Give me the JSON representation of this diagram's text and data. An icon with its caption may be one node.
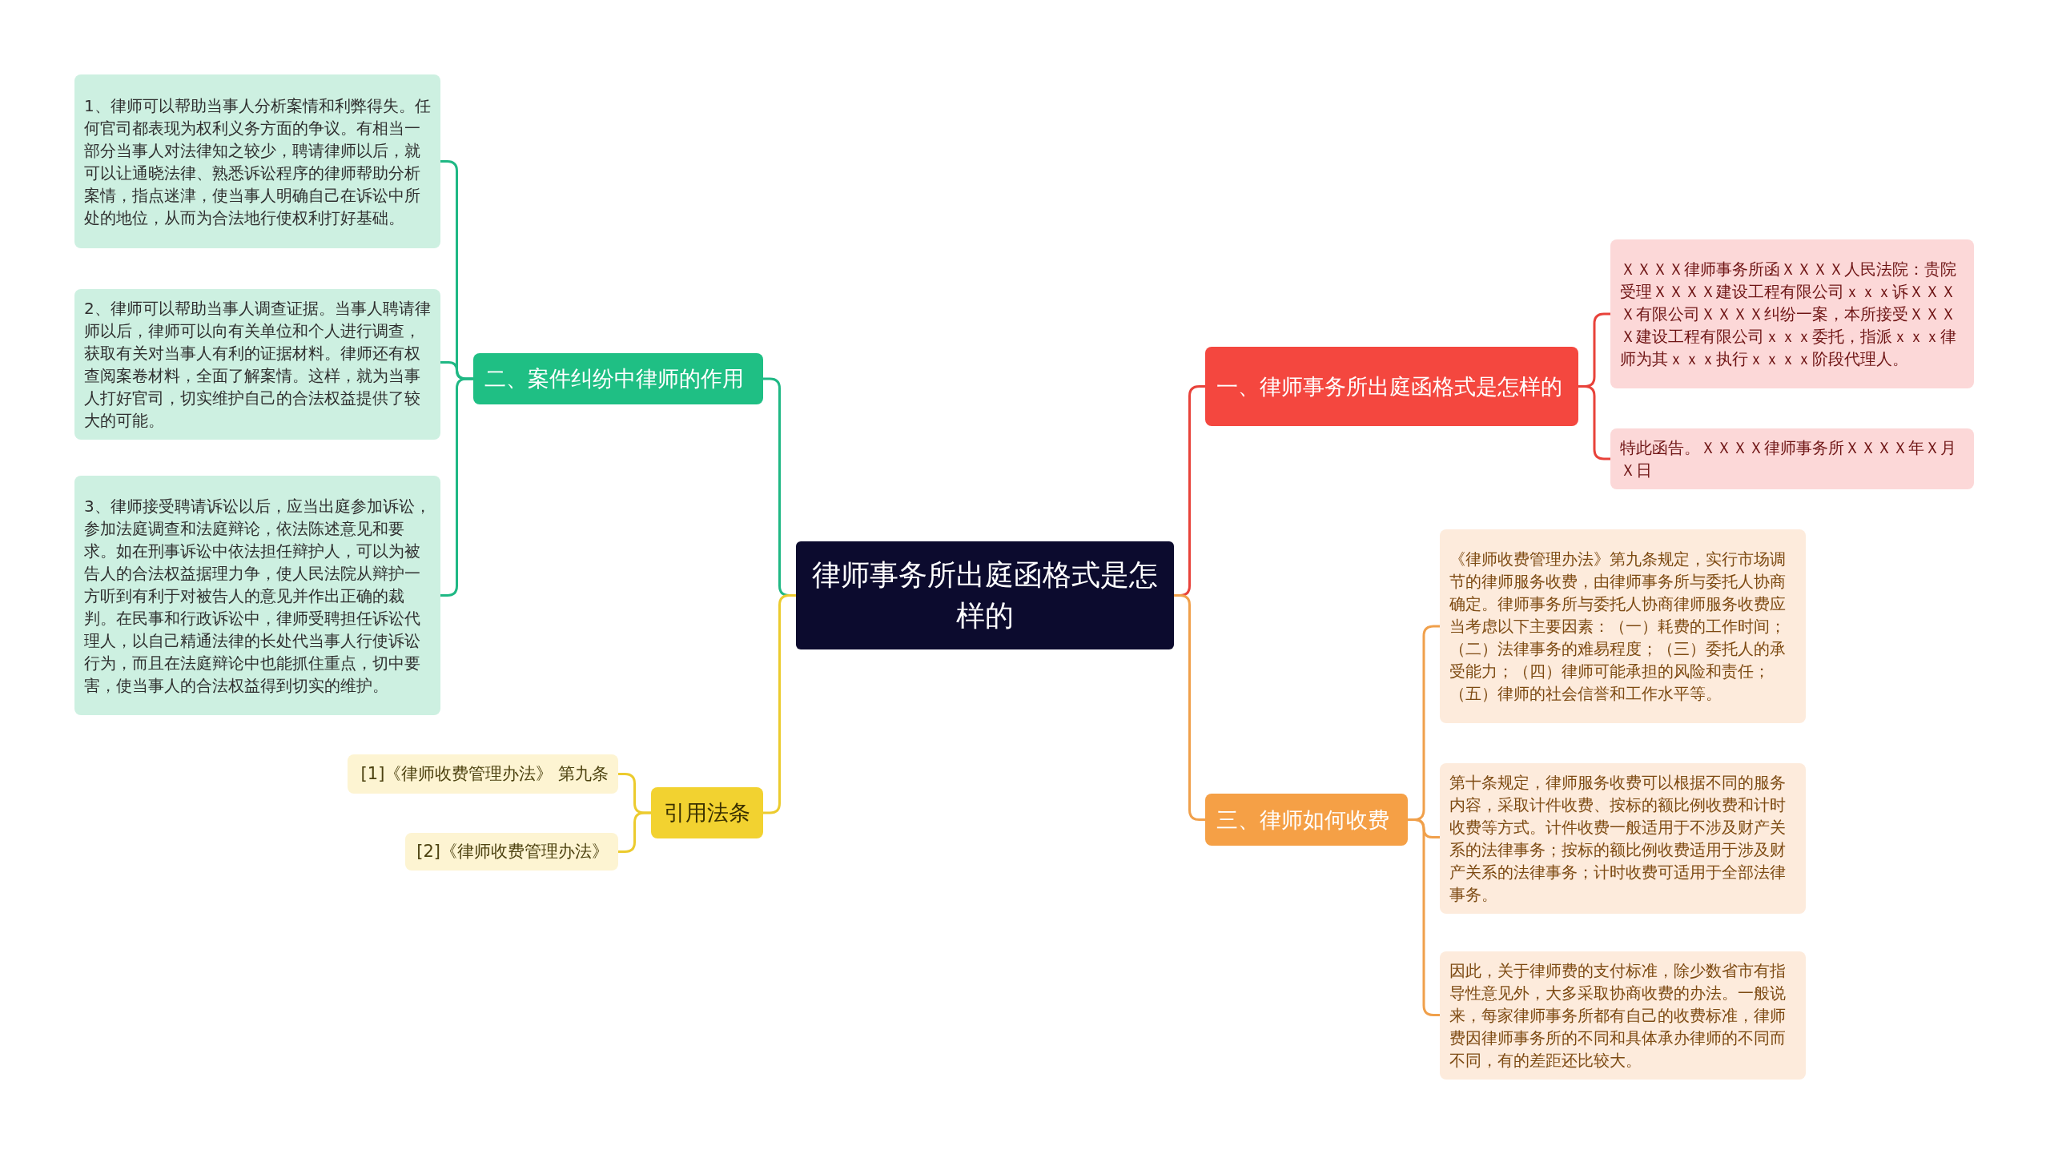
{
  "diagram": {
    "nodes": [
      {
        "text": [
          "律师事务所出庭函格式是怎样的"
        ]
      },
      {
        "text": [
          "二、案件纠纷中律师的作用"
        ]
      },
      {
        "text": [
          "1、律师可以帮助当事人分析案情和利弊得失。任何官司都表现为权利义务方面的争议。有相当一部分当事人对法律知之较少，聘请律师以后，就可以让通晓法律、熟悉诉讼程序的律师帮助分析案情，指点迷津，使当事人明确自己在诉讼中所处的地位，从而为合法地行使权利打好基础。"
        ]
      },
      {
        "text": [
          "2、律师可以帮助当事人调查证据。当事人聘请律师以后，律师可以向有关单位和个人进行调查，获取有关对当事人有利的证据材料。律师还有权查阅案卷材料，全面了解案情。这样，就为当事人打好官司，切实维护自己的合法权益提供了较大的可能。"
        ]
      },
      {
        "text": [
          "3、律师接受聘请诉讼以后，应当出庭参加诉讼，参加法庭调查和法庭辩论，依法陈述意见和要求。如在刑事诉讼中依法担任辩护人，可以为被告人的合法权益据理力争，使人民法院从辩护一方听到有利于对被告人的意见并作出正确的裁判。在民事和行政诉讼中，律师受聘担任诉讼代理人，以自己精通法律的长处代当事人行使诉讼行为，而且在法庭辩论中也能抓住重点，切中要害，使当事人的合法权益得到切实的维护。"
        ]
      },
      {
        "text": [
          "引用法条"
        ]
      },
      {
        "text": [
          "[1]《律师收费管理办法》 第九条"
        ]
      },
      {
        "text": [
          "[2]《律师收费管理办法》"
        ]
      },
      {
        "text": [
          "一、律师事务所出庭函格式是怎样的"
        ]
      },
      {
        "text": [
          "ＸＸＸＸ律师事务所函ＸＸＸＸ人民法院：贵院受理ＸＸＸＸ建设工程有限公司ｘｘｘ诉ＸＸＸＸ有限公司ＸＸＸＸ纠纷一案，本所接受ＸＸＸＸ建设工程有限公司ｘｘｘ委托，指派ｘｘｘ律师为其ｘｘｘ执行ｘｘｘｘ阶段代理人。"
        ]
      },
      {
        "text": [
          "特此函告。ＸＸＸＸ律师事务所ＸＸＸＸ年Ｘ月Ｘ日"
        ]
      },
      {
        "text": [
          "三、律师如何收费"
        ]
      },
      {
        "text": [
          "《律师收费管理办法》第九条规定，实行市场调节的律师服务收费，由律师事务所与委托人协商确定。律师事务所与委托人协商律师服务收费应当考虑以下主要因素：（一）耗费的工作时间；（二）法律事务的难易程度；（三）委托人的承受能力；（四）律师可能承担的风险和责任；（五）律师的社会信誉和工作水平等。"
        ]
      },
      {
        "text": [
          "第十条规定，律师服务收费可以根据不同的服务内容，采取计件收费、按标的额比例收费和计时收费等方式。计件收费一般适用于不涉及财产关系的法律事务；按标的额比例收费适用于涉及财产关系的法律事务；计时收费可适用于全部法律事务。"
        ]
      },
      {
        "text": [
          "因此，关于律师费的支付标准，除少数省市有指导性意见外，大多采取协商收费的办法。一般说来，每家律师事务所都有自己的收费标准，律师费因律师事务所的不同和具体承办律师的不同而不同，有的差距还比较大。"
        ]
      }
    ],
    "edges": [
      {
        "from": 0,
        "to": 1,
        "arrow": "none",
        "color": "#1fb884"
      },
      {
        "from": 1,
        "to": 2,
        "arrow": "none",
        "color": "#1fb884"
      },
      {
        "from": 1,
        "to": 3,
        "arrow": "none",
        "color": "#1fb884"
      },
      {
        "from": 1,
        "to": 4,
        "arrow": "none",
        "color": "#1fb884"
      },
      {
        "from": 0,
        "to": 5,
        "arrow": "none",
        "color": "#eccb2e"
      },
      {
        "from": 5,
        "to": 6,
        "arrow": "none",
        "color": "#eccb2e"
      },
      {
        "from": 5,
        "to": 7,
        "arrow": "none",
        "color": "#eccb2e"
      },
      {
        "from": 0,
        "to": 8,
        "arrow": "none",
        "color": "#e8423a"
      },
      {
        "from": 8,
        "to": 9,
        "arrow": "none",
        "color": "#e8423a"
      },
      {
        "from": 8,
        "to": 10,
        "arrow": "none",
        "color": "#e8423a"
      },
      {
        "from": 0,
        "to": 11,
        "arrow": "none",
        "color": "#f0a04b"
      },
      {
        "from": 11,
        "to": 12,
        "arrow": "none",
        "color": "#f0a04b"
      },
      {
        "from": 11,
        "to": 13,
        "arrow": "none",
        "color": "#f0a04b"
      },
      {
        "from": 11,
        "to": 14,
        "arrow": "none",
        "color": "#f0a04b"
      }
    ]
  }
}
